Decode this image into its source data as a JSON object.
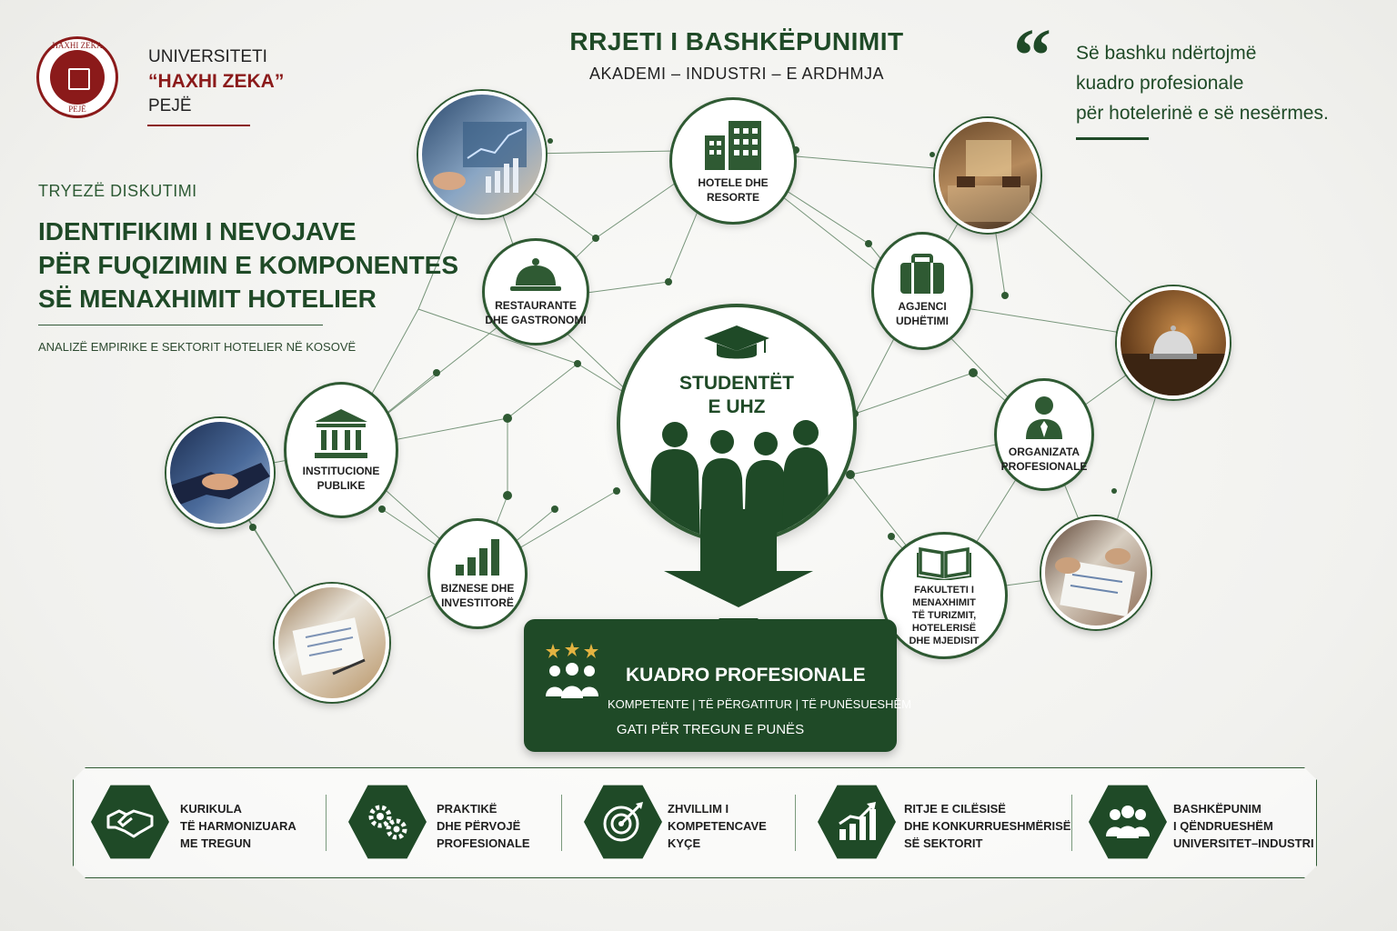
{
  "university": {
    "line1": "UNIVERSITETI",
    "line2": "“HAXHI ZEKA”",
    "line3": "PEJË",
    "seal_top": "HAXHI ZEKA",
    "seal_bottom": "PEJË"
  },
  "event": {
    "kicker": "TRYEZË DISKUTIMI",
    "title_lines": [
      "IDENTIFIKIMI I NEVOJAVE",
      "PËR FUQIZIMIN E KOMPONENTES",
      "SË MENAXHIMIT HOTELIER"
    ],
    "subtitle": "ANALIZË EMPIRIKE E SEKTORIT HOTELIER NË KOSOVË"
  },
  "network": {
    "title": "RRJETI I BASHKËPUNIMIT",
    "subtitle": "AKADEMI – INDUSTRI – E ARDHMJA"
  },
  "quote": {
    "mark": "“",
    "lines": [
      "Së bashku ndërtojmë",
      "kuadro profesionale",
      "për hotelerinë e së nesërmes."
    ]
  },
  "center": {
    "line1": "STUDENTËT",
    "line2": "E UHZ",
    "icon": "graduation-cap-icon"
  },
  "nodes": [
    {
      "id": "hotels",
      "lines": [
        "HOTELE DHE",
        "RESORTE"
      ],
      "icon": "building-icon"
    },
    {
      "id": "restaurants",
      "lines": [
        "RESTAURANTE",
        "DHE GASTRONOMI"
      ],
      "icon": "cloche-icon"
    },
    {
      "id": "agencies",
      "lines": [
        "AGJENCI",
        "UDHËTIMI"
      ],
      "icon": "suitcase-icon"
    },
    {
      "id": "public",
      "lines": [
        "INSTITUCIONE",
        "PUBLIKE"
      ],
      "icon": "institution-icon"
    },
    {
      "id": "orgs",
      "lines": [
        "ORGANIZATA",
        "PROFESIONALE"
      ],
      "icon": "person-tie-icon"
    },
    {
      "id": "business",
      "lines": [
        "BIZNESE DHE",
        "INVESTITORË"
      ],
      "icon": "bar-chart-icon"
    },
    {
      "id": "faculty",
      "lines": [
        "FAKULTETI I MENAXHIMIT",
        "TË TURIZMIT, HOTELERISË",
        "DHE MJEDISIT"
      ],
      "icon": "open-book-icon"
    }
  ],
  "photos": [
    "analytics-photo",
    "hotel-lobby-photo",
    "service-bell-photo",
    "handshake-photo",
    "documents-photo",
    "meeting-photo"
  ],
  "kuadro": {
    "title": "KUADRO PROFESIONALE",
    "qualities": "KOMPETENTE  |  TË PËRGATITUR  |  TË PUNËSUESHËM",
    "ready": "GATI PËR TREGUN E PUNËS",
    "icon": "team-stars-icon"
  },
  "benefits": [
    {
      "lines": [
        "KURIKULA",
        "TË HARMONIZUARA",
        "ME TREGUN"
      ],
      "icon": "handshake-icon"
    },
    {
      "lines": [
        "PRAKTIKË",
        "DHE PËRVOJË",
        "PROFESIONALE"
      ],
      "icon": "gears-icon"
    },
    {
      "lines": [
        "ZHVILLIM I",
        "KOMPETENCAVE",
        "KYÇE"
      ],
      "icon": "target-icon"
    },
    {
      "lines": [
        "RITJE E CILËSISË",
        "DHE KONKURRUESHMËRISË",
        "SË SEKTORIT"
      ],
      "icon": "growth-chart-icon"
    },
    {
      "lines": [
        "BASHKËPUNIM",
        "I QËNDRUESHËM",
        "UNIVERSITET–INDUSTRI"
      ],
      "icon": "group-icon"
    }
  ],
  "colors": {
    "primary": "#1f4a27",
    "accent": "#8b1a1a",
    "background": "#f4f4f1"
  }
}
